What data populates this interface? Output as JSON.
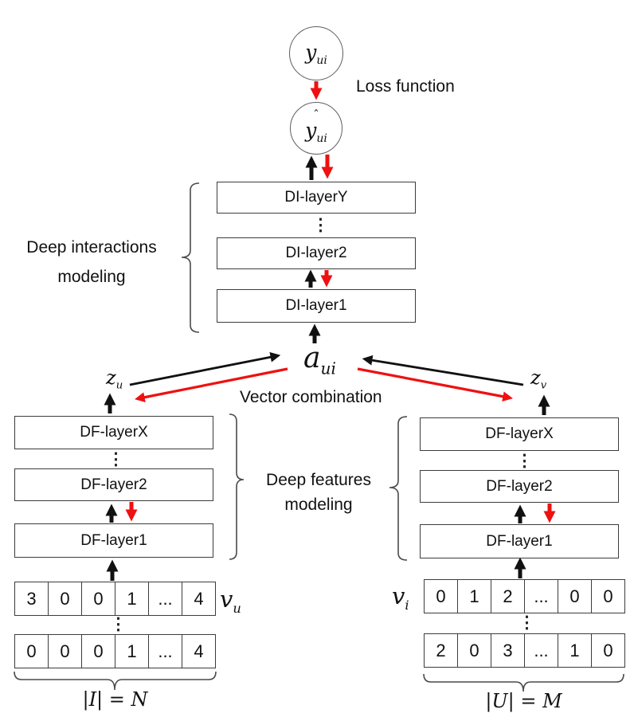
{
  "colors": {
    "arrow_red": "#ee1111",
    "arrow_black": "#111111",
    "line_gray": "#4a4a4a"
  },
  "glyphs": {
    "vdots": "⋮",
    "hat": "ˆ"
  },
  "captions": {
    "loss": "Loss function",
    "vector_combination": "Vector combination",
    "di_line1": "Deep interactions",
    "di_line2": "modeling",
    "df_line1": "Deep features",
    "df_line2": "modeling"
  },
  "math": {
    "y_observed": {
      "base": "y",
      "sub": "ui"
    },
    "y_predicted": {
      "base": "y",
      "sub": "ui"
    },
    "a": {
      "base": "a",
      "sub": "ui"
    },
    "z_left": {
      "base": "z",
      "sub": "u"
    },
    "z_right": {
      "base": "z",
      "sub": "v"
    },
    "v_left": {
      "base": "v",
      "sub": "u"
    },
    "v_right": {
      "base": "v",
      "sub": "i"
    }
  },
  "di_group": {
    "layers": [
      "DI-layerY",
      "DI-layer2",
      "DI-layer1"
    ]
  },
  "df_left": {
    "layers": [
      "DF-layerX",
      "DF-layer2",
      "DF-layer1"
    ]
  },
  "df_right": {
    "layers": [
      "DF-layerX",
      "DF-layer2",
      "DF-layer1"
    ]
  },
  "left_input": {
    "row1": [
      "3",
      "0",
      "0",
      "1",
      "...",
      "4"
    ],
    "row2": [
      "0",
      "0",
      "0",
      "1",
      "...",
      "4"
    ],
    "size_label": "|I| = N"
  },
  "right_input": {
    "row1": [
      "0",
      "1",
      "2",
      "...",
      "0",
      "0"
    ],
    "row2": [
      "2",
      "0",
      "3",
      "...",
      "1",
      "0"
    ],
    "size_label": "|U| = M"
  }
}
